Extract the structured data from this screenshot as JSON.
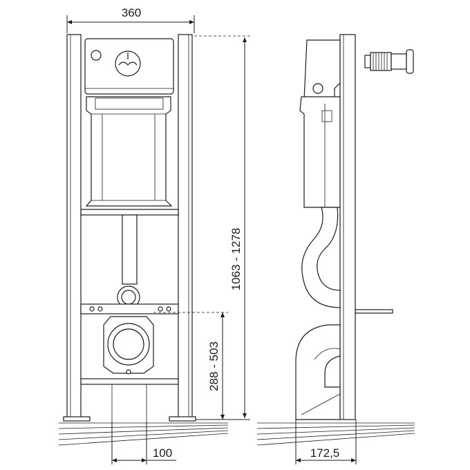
{
  "drawing": {
    "dimensions": {
      "frame_width": "360",
      "total_height": "1063 - 1278",
      "outlet_height": "288 - 503",
      "outlet_spacing": "100",
      "depth": "172,5"
    },
    "colors": {
      "line": "#1a1a1a",
      "background": "#ffffff"
    }
  }
}
